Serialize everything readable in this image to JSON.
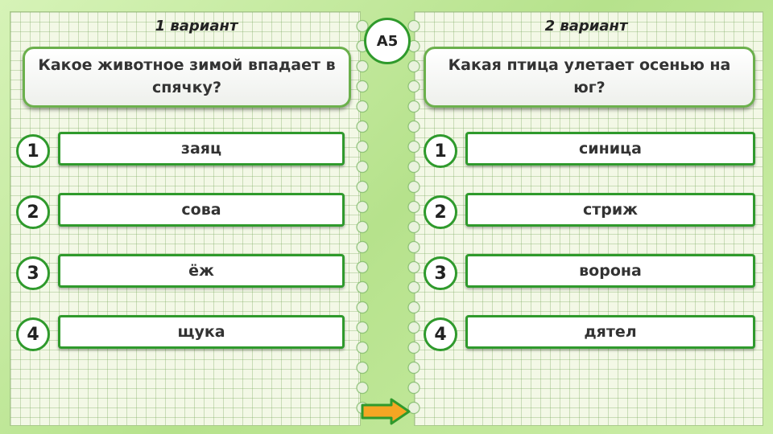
{
  "badge": "А5",
  "variant1": {
    "title": "1 вариант",
    "question": "Какое животное зимой впадает в спячку?",
    "answers": [
      {
        "num": "1",
        "text": "заяц"
      },
      {
        "num": "2",
        "text": "сова"
      },
      {
        "num": "3",
        "text": "ёж"
      },
      {
        "num": "4",
        "text": "щука"
      }
    ]
  },
  "variant2": {
    "title": "2 вариант",
    "question": "Какая птица улетает осенью на юг?",
    "answers": [
      {
        "num": "1",
        "text": "синица"
      },
      {
        "num": "2",
        "text": "стриж"
      },
      {
        "num": "3",
        "text": "ворона"
      },
      {
        "num": "4",
        "text": "дятел"
      }
    ]
  },
  "colors": {
    "accent": "#2f9a2c",
    "arrow": "#f5a623"
  },
  "icons": {
    "next": "arrow-right-icon"
  }
}
